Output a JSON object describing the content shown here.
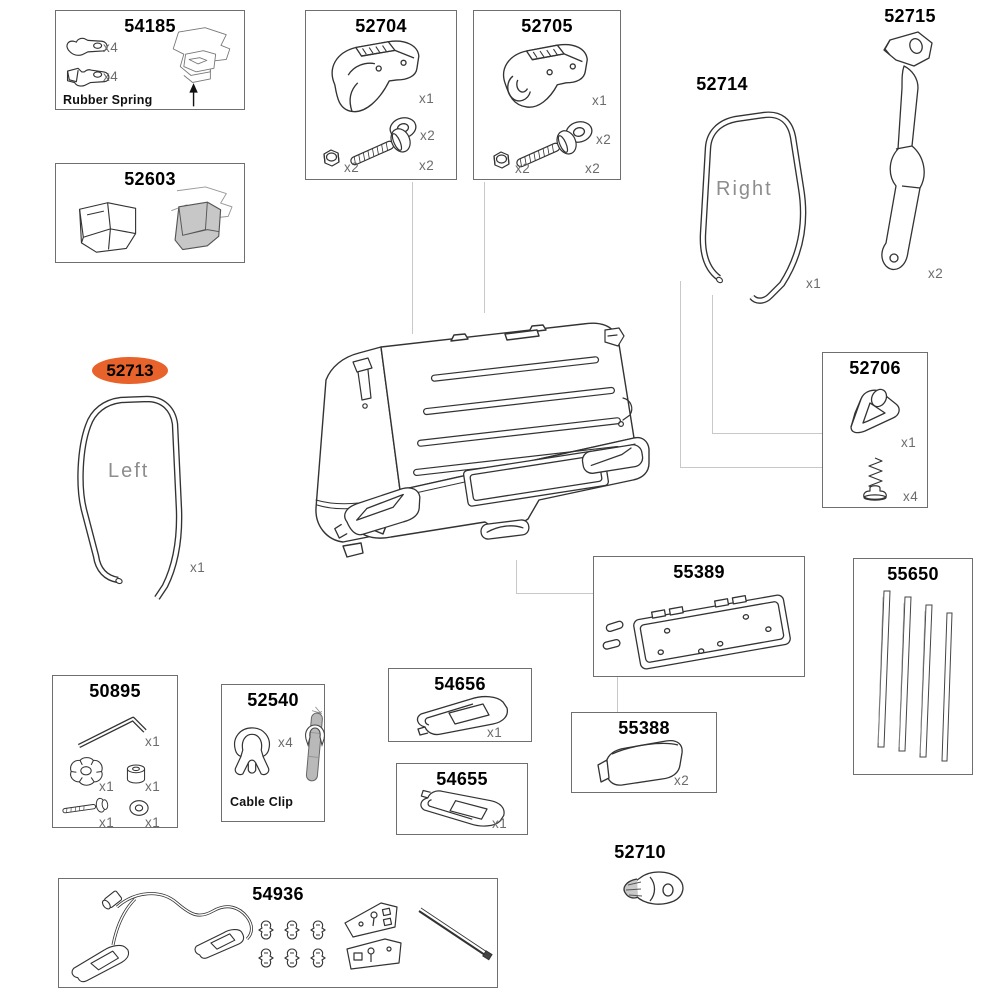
{
  "colors": {
    "highlight": "#e8632c",
    "box_border": "#6f6f6f",
    "callout_line": "#c8c8c8",
    "qty_text": "#6b6b6b",
    "side_label_text": "#8d8d8d"
  },
  "groups": {
    "g54185": {
      "number": "54185",
      "qty_a": "x4",
      "qty_b": "x4",
      "caption": "Rubber Spring"
    },
    "g52603": {
      "number": "52603"
    },
    "g52704": {
      "number": "52704",
      "qty_part": "x1",
      "qty_washer": "x2",
      "qty_bolt": "x2",
      "qty_nut": "x2"
    },
    "g52705": {
      "number": "52705",
      "qty_part": "x1",
      "qty_washer": "x2",
      "qty_bolt": "x2",
      "qty_nut": "x2"
    },
    "g52714": {
      "number": "52714",
      "side_label": "Right",
      "qty": "x1"
    },
    "g52715": {
      "number": "52715",
      "qty": "x2"
    },
    "g52713": {
      "number": "52713",
      "side_label": "Left",
      "qty": "x1",
      "highlighted": true
    },
    "g52706": {
      "number": "52706",
      "qty_part": "x1",
      "qty_screw": "x4"
    },
    "g55389": {
      "number": "55389"
    },
    "g55650": {
      "number": "55650"
    },
    "g55388": {
      "number": "55388",
      "qty": "x2"
    },
    "g52710": {
      "number": "52710"
    },
    "g50895": {
      "number": "50895",
      "qty_key": "x1",
      "qty_knob": "x1",
      "qty_spacer": "x1",
      "qty_bolt": "x1",
      "qty_washer": "x1"
    },
    "g52540": {
      "number": "52540",
      "qty": "x4",
      "caption": "Cable Clip"
    },
    "g54656": {
      "number": "54656",
      "qty": "x1"
    },
    "g54655": {
      "number": "54655",
      "qty": "x1"
    },
    "g54936": {
      "number": "54936"
    }
  }
}
